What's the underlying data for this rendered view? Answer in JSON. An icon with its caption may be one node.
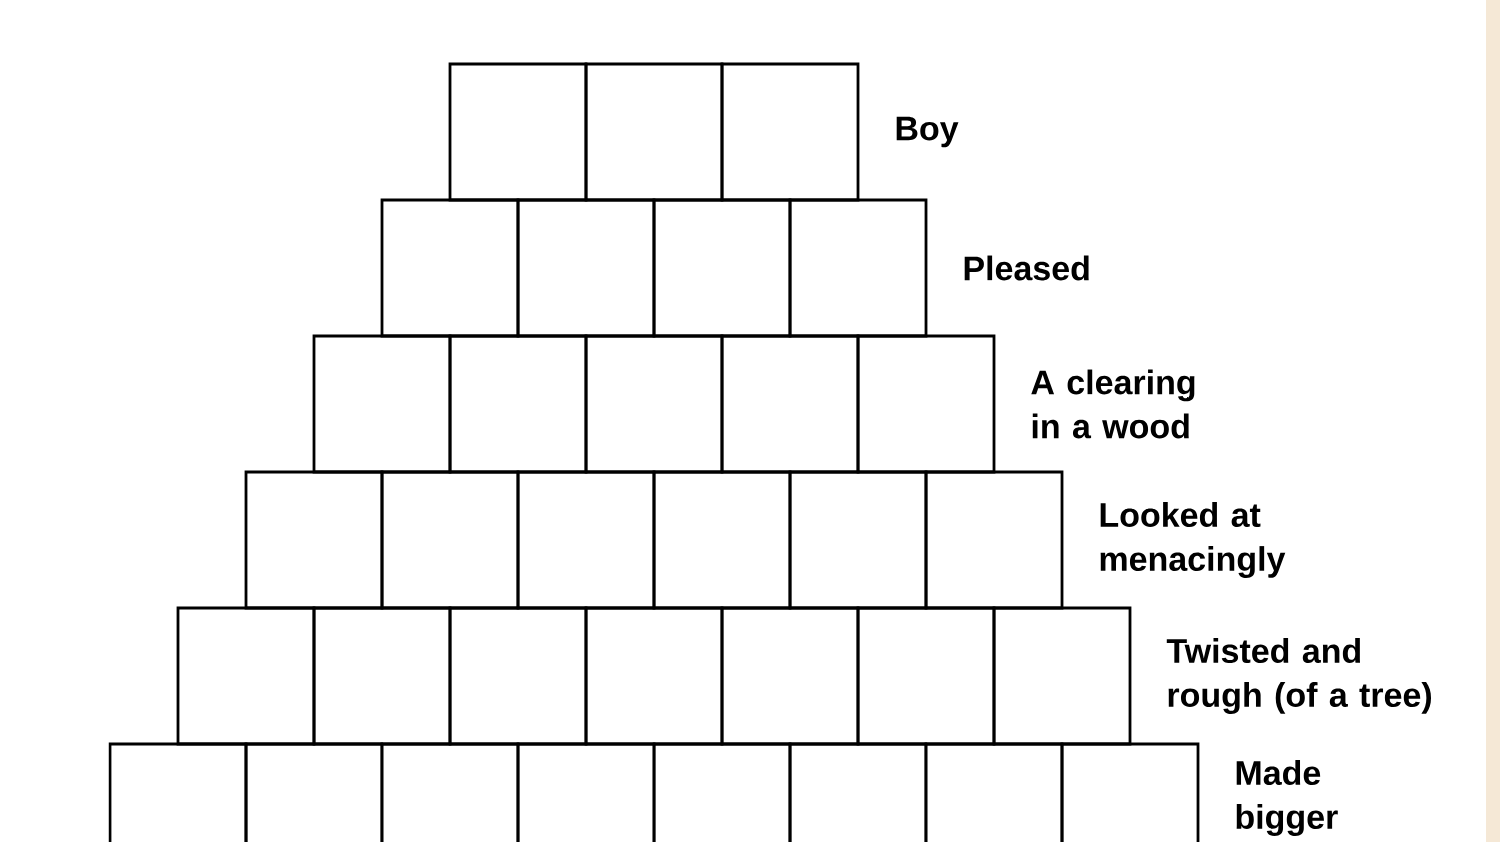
{
  "diagram": {
    "labels": [
      "Boy",
      "Pleased",
      "A clearing in a wood",
      "Looked at menacingly",
      "Twisted and rough (of a tree)",
      "Made bigger"
    ]
  }
}
